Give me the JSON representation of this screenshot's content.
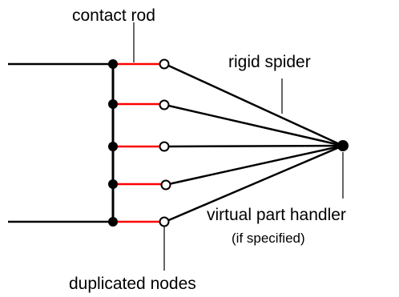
{
  "labels": {
    "contact_rod": "contact rod",
    "rigid_spider": "rigid spider",
    "virtual_part_handler": "virtual part handler",
    "if_specified": "(if specified)",
    "duplicated_nodes": "duplicated nodes"
  },
  "colors": {
    "line": "#000000",
    "contact_rod": "#ff0000",
    "node_fill": "#ffffff",
    "background": "#ffffff"
  }
}
